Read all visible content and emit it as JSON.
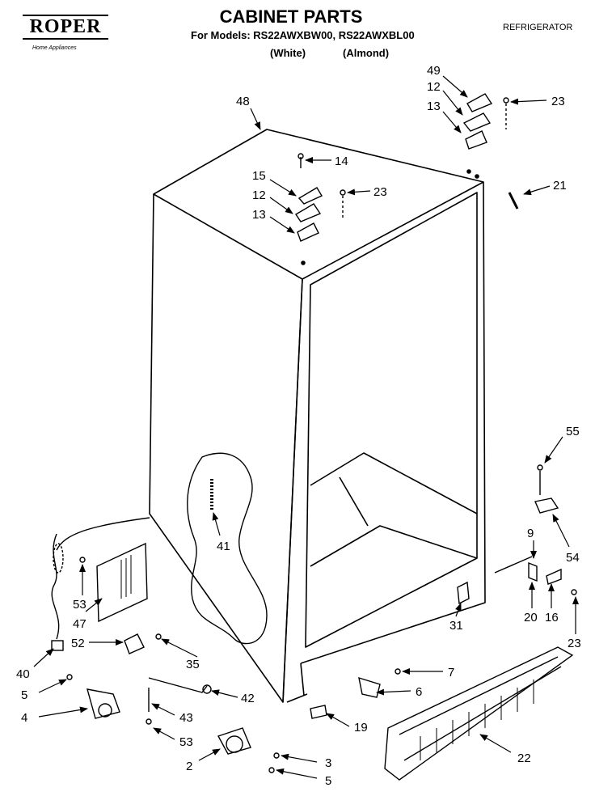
{
  "header": {
    "brand": "ROPER",
    "brand_tagline": "Home Appliances",
    "title": "CABINET PARTS",
    "models_line": "For Models: RS22AWXBW00, RS22AWXBL00",
    "variant_1": "(White)",
    "variant_2": "(Almond)",
    "category": "REFRIGERATOR"
  },
  "callouts": [
    {
      "id": "c48",
      "label": "48"
    },
    {
      "id": "c49",
      "label": "49"
    },
    {
      "id": "c12a",
      "label": "12"
    },
    {
      "id": "c13a",
      "label": "13"
    },
    {
      "id": "c23a",
      "label": "23"
    },
    {
      "id": "c14",
      "label": "14"
    },
    {
      "id": "c15",
      "label": "15"
    },
    {
      "id": "c12b",
      "label": "12"
    },
    {
      "id": "c23b",
      "label": "23"
    },
    {
      "id": "c13b",
      "label": "13"
    },
    {
      "id": "c21",
      "label": "21"
    },
    {
      "id": "c55",
      "label": "55"
    },
    {
      "id": "c41",
      "label": "41"
    },
    {
      "id": "c9",
      "label": "9"
    },
    {
      "id": "c54",
      "label": "54"
    },
    {
      "id": "c53a",
      "label": "53"
    },
    {
      "id": "c47",
      "label": "47"
    },
    {
      "id": "c20",
      "label": "20"
    },
    {
      "id": "c16",
      "label": "16"
    },
    {
      "id": "c31",
      "label": "31"
    },
    {
      "id": "c23c",
      "label": "23"
    },
    {
      "id": "c52",
      "label": "52"
    },
    {
      "id": "c35",
      "label": "35"
    },
    {
      "id": "c40",
      "label": "40"
    },
    {
      "id": "c7",
      "label": "7"
    },
    {
      "id": "c5a",
      "label": "5"
    },
    {
      "id": "c6",
      "label": "6"
    },
    {
      "id": "c42",
      "label": "42"
    },
    {
      "id": "c4",
      "label": "4"
    },
    {
      "id": "c43",
      "label": "43"
    },
    {
      "id": "c19",
      "label": "19"
    },
    {
      "id": "c53b",
      "label": "53"
    },
    {
      "id": "c22",
      "label": "22"
    },
    {
      "id": "c2",
      "label": "2"
    },
    {
      "id": "c3",
      "label": "3"
    },
    {
      "id": "c5b",
      "label": "5"
    }
  ]
}
